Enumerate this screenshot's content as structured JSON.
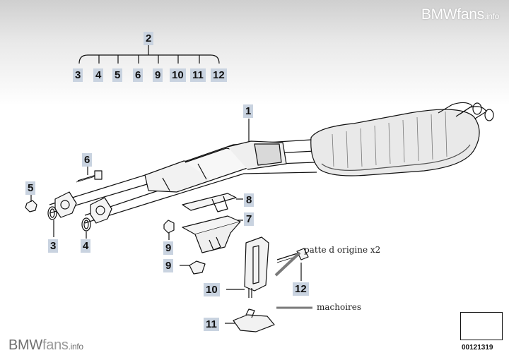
{
  "watermark": {
    "brand": "BMWfans",
    "suffix": ".info",
    "brand_dark": "BMW",
    "brand_light": "fans"
  },
  "callouts": {
    "c1": "1",
    "c2": "2",
    "row": [
      "3",
      "4",
      "5",
      "6",
      "9",
      "10",
      "11",
      "12"
    ],
    "c3": "3",
    "c4": "4",
    "c5": "5",
    "c6": "6",
    "c7": "7",
    "c8": "8",
    "c9a": "9",
    "c9b": "9",
    "c10": "10",
    "c11": "11",
    "c12": "12"
  },
  "notes": {
    "patte": "patte d origine x2",
    "machoires": "machoires"
  },
  "reference_number": "00121319"
}
